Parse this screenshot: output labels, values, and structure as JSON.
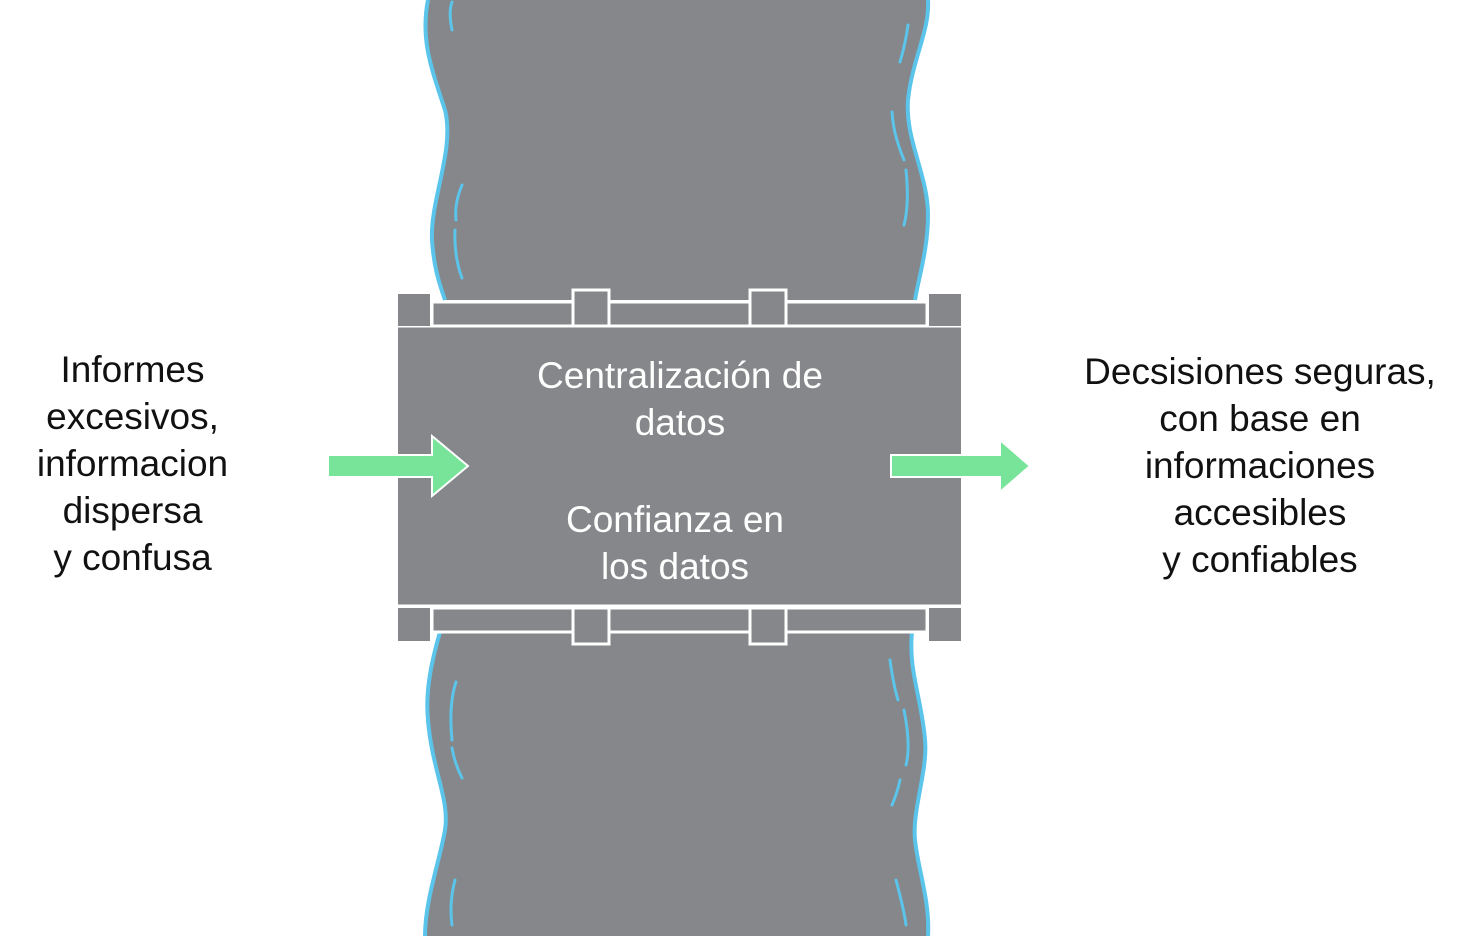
{
  "left_label": "Informes\nexcesivos,\ninformacion\ndispersa\ny confusa",
  "center": {
    "line1": "Centralización de\ndatos",
    "line2": "Confianza en\nlos datos"
  },
  "right_label": "Decsisiones seguras,\ncon base en\ninformaciones\naccesibles\ny confiables",
  "colors": {
    "river": "#86878a",
    "river_edge": "#5bc4ea",
    "bridge": "#86878a",
    "bridge_stroke": "#ffffff",
    "arrow": "#78e49a",
    "text_dark": "#111111",
    "text_light": "#ffffff"
  }
}
